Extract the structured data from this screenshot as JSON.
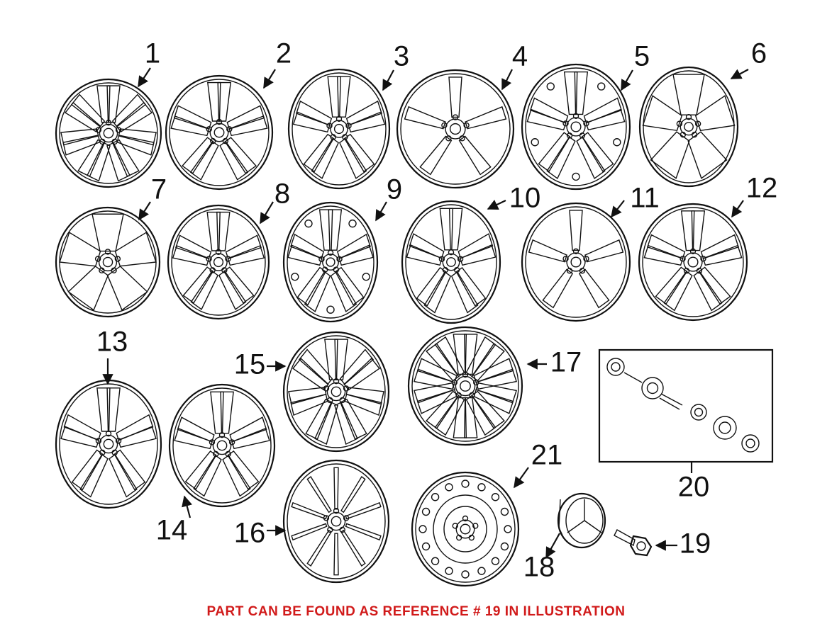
{
  "labels": [
    "1",
    "2",
    "3",
    "4",
    "5",
    "6",
    "7",
    "8",
    "9",
    "10",
    "11",
    "12",
    "13",
    "14",
    "15",
    "16",
    "17",
    "18",
    "19",
    "20",
    "21"
  ],
  "footer": "PART CAN BE FOUND AS REFERENCE # 19 IN ILLUSTRATION",
  "colors": {
    "footer": "#d11a1a",
    "line": "#111111"
  }
}
